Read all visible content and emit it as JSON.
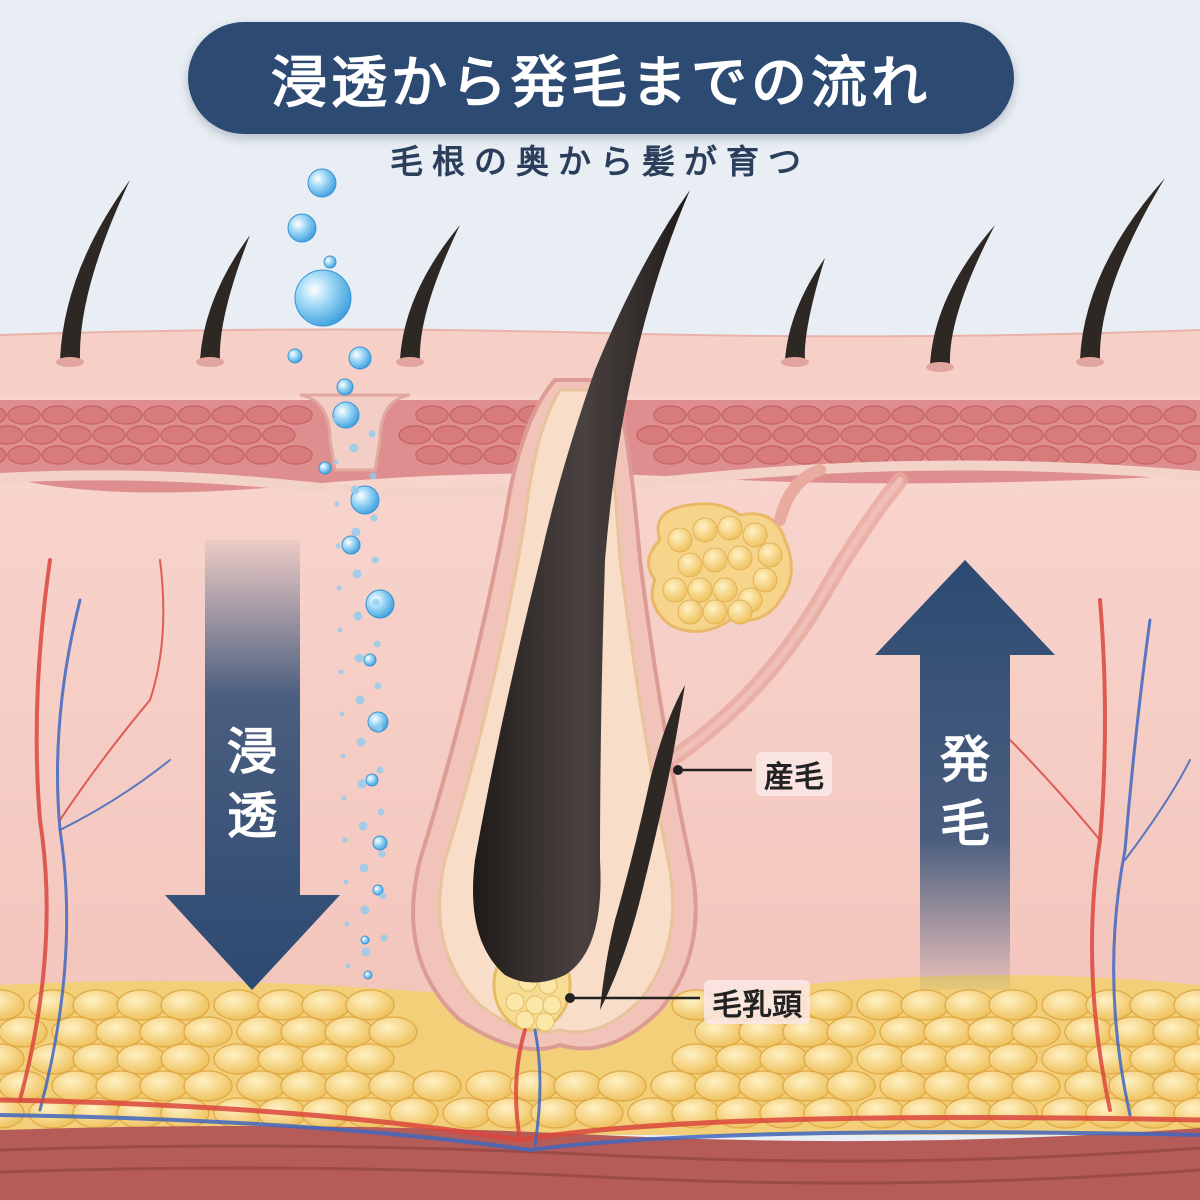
{
  "title": "浸透から発毛までの流れ",
  "subtitle": "毛根の奥から髪が育つ",
  "arrows": {
    "down": {
      "char1": "浸",
      "char2": "透"
    },
    "up": {
      "char1": "発",
      "char2": "毛"
    }
  },
  "callouts": {
    "vellus_hair": "産毛",
    "dermal_papilla": "毛乳頭"
  },
  "colors": {
    "title_bg": "#2c4a72",
    "arrow": "#2c4a72",
    "skin": "#f7d3cc",
    "fat": "#f5d27a",
    "hair": "#2e2825",
    "droplet": "#5cb6ea"
  }
}
